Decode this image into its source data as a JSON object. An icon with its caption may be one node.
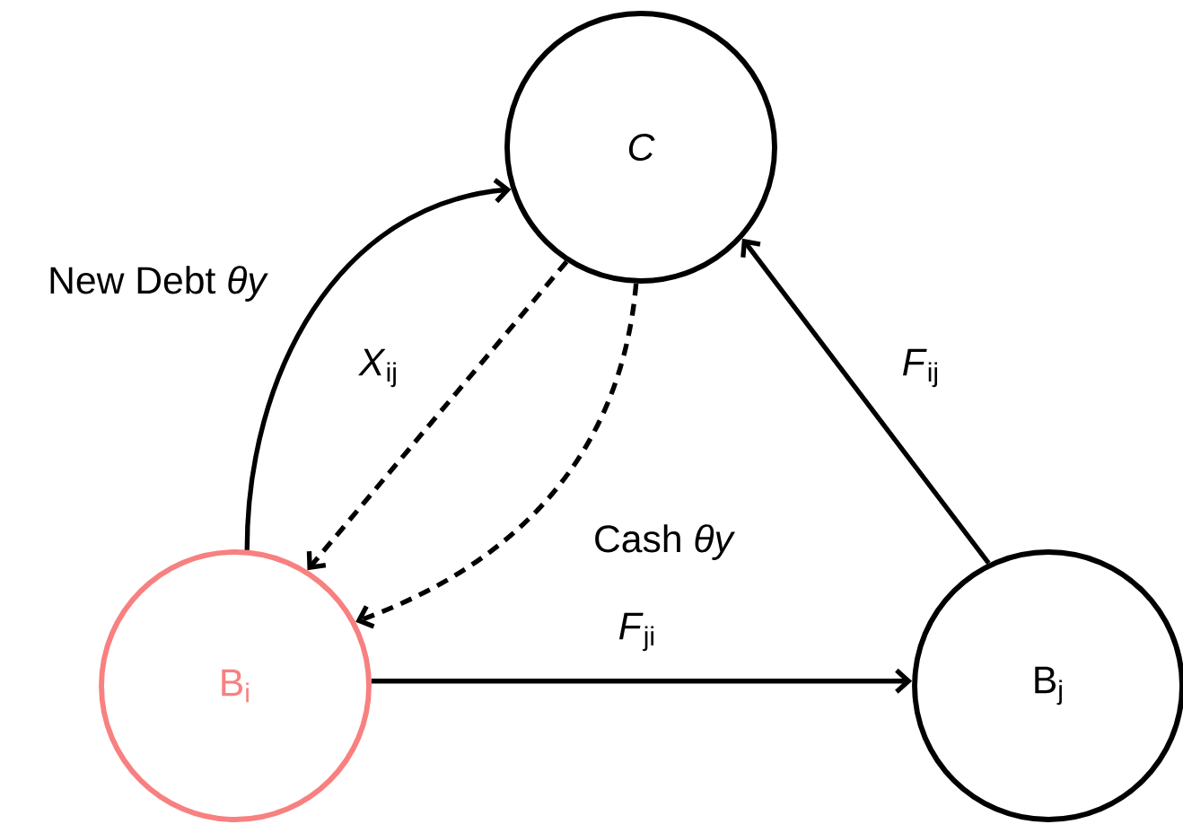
{
  "diagram": {
    "nodes": [
      {
        "text": [
          "C"
        ]
      },
      {
        "text": [
          "B$_{i}$"
        ]
      },
      {
        "text": [
          "B$_{j}$"
        ]
      }
    ],
    "edges": [
      {
        "from": 1,
        "to": 0,
        "arrow": "to",
        "label": "New Debt *θy*"
      },
      {
        "from": 0,
        "to": 1,
        "arrow": "to",
        "label": "*X*$_{ij}$",
        "style": "dashed"
      },
      {
        "from": 0,
        "to": 1,
        "arrow": "to",
        "label": "Cash *θy*",
        "style": "dashed"
      },
      {
        "from": 2,
        "to": 0,
        "arrow": "to",
        "label": "*F*$_{ij}$"
      },
      {
        "from": 1,
        "to": 2,
        "arrow": "to",
        "label": "*F*$_{ji}$"
      }
    ]
  }
}
